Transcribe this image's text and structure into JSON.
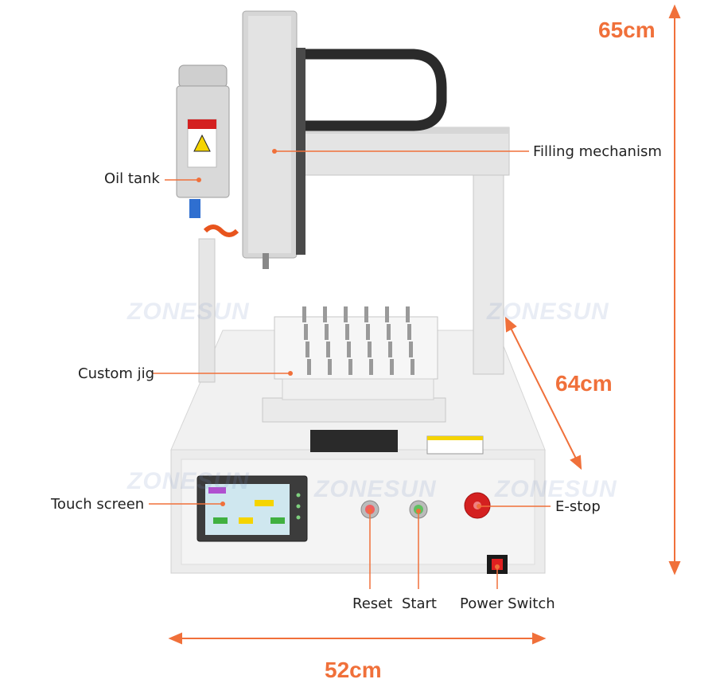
{
  "labels": {
    "oil_tank": "Oil tank",
    "filling_mechanism": "Filling mechanism",
    "custom_jig": "Custom jig",
    "touch_screen": "Touch screen",
    "e_stop": "E-stop",
    "reset": "Reset",
    "start": "Start",
    "power_switch": "Power Switch"
  },
  "dimensions": {
    "height": "65cm",
    "depth": "64cm",
    "width": "52cm"
  },
  "watermark": "ZONESUN",
  "colors": {
    "accent": "#f0703a",
    "machine": "#eeeeee",
    "estop_red": "#d42020"
  }
}
